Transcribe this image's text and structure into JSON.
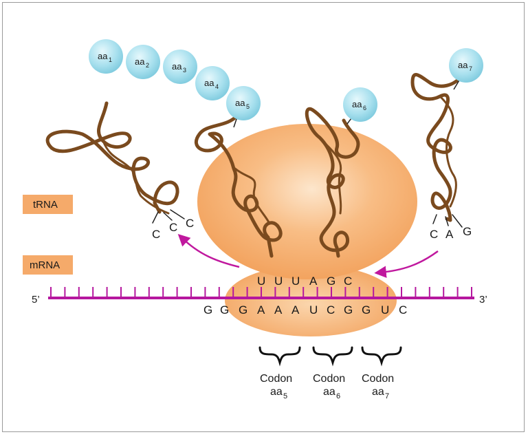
{
  "labels": {
    "trna": "tRNA",
    "mrna": "mRNA",
    "five_prime": "5’",
    "three_prime": "3’"
  },
  "colors": {
    "ribosome": "#f2a05a",
    "ribosome_highlight": "#fde6cc",
    "mrna_strand": "#b5179e",
    "trna_strand": "#7a4a1e",
    "amino_acid": "#9fdcec",
    "label_box": "#f5aa6a"
  },
  "mrna_bases": [
    "G",
    "G",
    "G",
    "A",
    "A",
    "A",
    "U",
    "C",
    "G",
    "G",
    "U",
    "C"
  ],
  "anticodon_bases": [
    "U",
    "U",
    "U",
    "A",
    "G",
    "C"
  ],
  "left_trna_bases": [
    "C",
    "C",
    "C"
  ],
  "right_trna_bases": [
    "C",
    "A",
    "G"
  ],
  "amino_acid_chain": [
    {
      "name": "aa",
      "sub": "1"
    },
    {
      "name": "aa",
      "sub": "2"
    },
    {
      "name": "aa",
      "sub": "3"
    },
    {
      "name": "aa",
      "sub": "4"
    },
    {
      "name": "aa",
      "sub": "5"
    }
  ],
  "amino_acid_6": {
    "name": "aa",
    "sub": "6"
  },
  "amino_acid_7": {
    "name": "aa",
    "sub": "7"
  },
  "codons": [
    {
      "label": "Codon",
      "aa": "aa",
      "sub": "5"
    },
    {
      "label": "Codon",
      "aa": "aa",
      "sub": "6"
    },
    {
      "label": "Codon",
      "aa": "aa",
      "sub": "7"
    }
  ]
}
